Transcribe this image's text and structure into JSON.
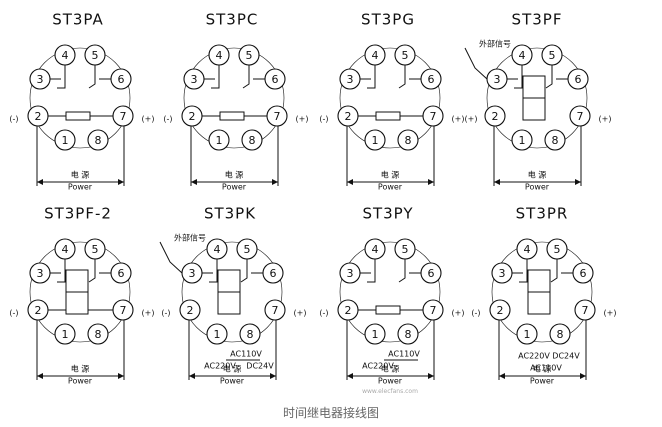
{
  "caption": "时间继电器接线图",
  "watermark": "www.elecfans.com",
  "diagrams": [
    {
      "id": "ST3PA",
      "title": "ST3PA",
      "pins": [
        "4",
        "5",
        "3",
        "6",
        "2",
        "7",
        "1",
        "8"
      ],
      "minus": "(-)",
      "plus": "(+)",
      "power_cn": "电  源",
      "power_en": "Power"
    },
    {
      "id": "ST3PC",
      "title": "ST3PC",
      "pins": [
        "4",
        "5",
        "3",
        "6",
        "2",
        "7",
        "1",
        "8"
      ],
      "minus": "(-)",
      "plus": "(+)",
      "power_cn": "电  源",
      "power_en": "Power"
    },
    {
      "id": "ST3PG",
      "title": "ST3PG",
      "pins": [
        "4",
        "5",
        "3",
        "6",
        "2",
        "7",
        "1",
        "8"
      ],
      "minus": "(-)",
      "plus": "(+)",
      "power_cn": "电  源",
      "power_en": "Power"
    },
    {
      "id": "ST3PF",
      "title": "ST3PF",
      "pins": [
        "4",
        "5",
        "3",
        "6",
        "2",
        "7",
        "1",
        "8"
      ],
      "minus": "(+)",
      "plus": "(+)",
      "ext_signal": "外部信号",
      "power_cn": "电  源",
      "power_en": "Power"
    },
    {
      "id": "ST3PF-2",
      "title": "ST3PF-2",
      "pins": [
        "4",
        "5",
        "3",
        "6",
        "2",
        "7",
        "1",
        "8"
      ],
      "minus": "(-)",
      "plus": "(+)",
      "power_cn": "电  源",
      "power_en": "Power"
    },
    {
      "id": "ST3PK",
      "title": "ST3PK",
      "pins": [
        "4",
        "5",
        "3",
        "6",
        "2",
        "7",
        "1",
        "8"
      ],
      "minus": "(-)",
      "plus": "(+)",
      "ext_signal": "外部信号",
      "ac_inner": "AC110V",
      "ac_outer": "AC220V",
      "dc": "DC24V",
      "power_cn": "电  源",
      "power_en": "Power"
    },
    {
      "id": "ST3PY",
      "title": "ST3PY",
      "pins": [
        "4",
        "5",
        "3",
        "6",
        "2",
        "7",
        "1",
        "8"
      ],
      "minus": "(-)",
      "plus": "(+)",
      "ac_inner": "AC110V",
      "ac_outer": "AC220V",
      "power_cn": "电  源",
      "power_en": "Power"
    },
    {
      "id": "ST3PR",
      "title": "ST3PR",
      "pins": [
        "4",
        "5",
        "3",
        "6",
        "2",
        "7",
        "1",
        "8"
      ],
      "minus": "(-)",
      "plus": "(+)",
      "ac_top": "AC220V",
      "dc": "DC24V",
      "ac_inner": "AC110V",
      "power_cn": "电  源",
      "power_en": "Power"
    }
  ]
}
